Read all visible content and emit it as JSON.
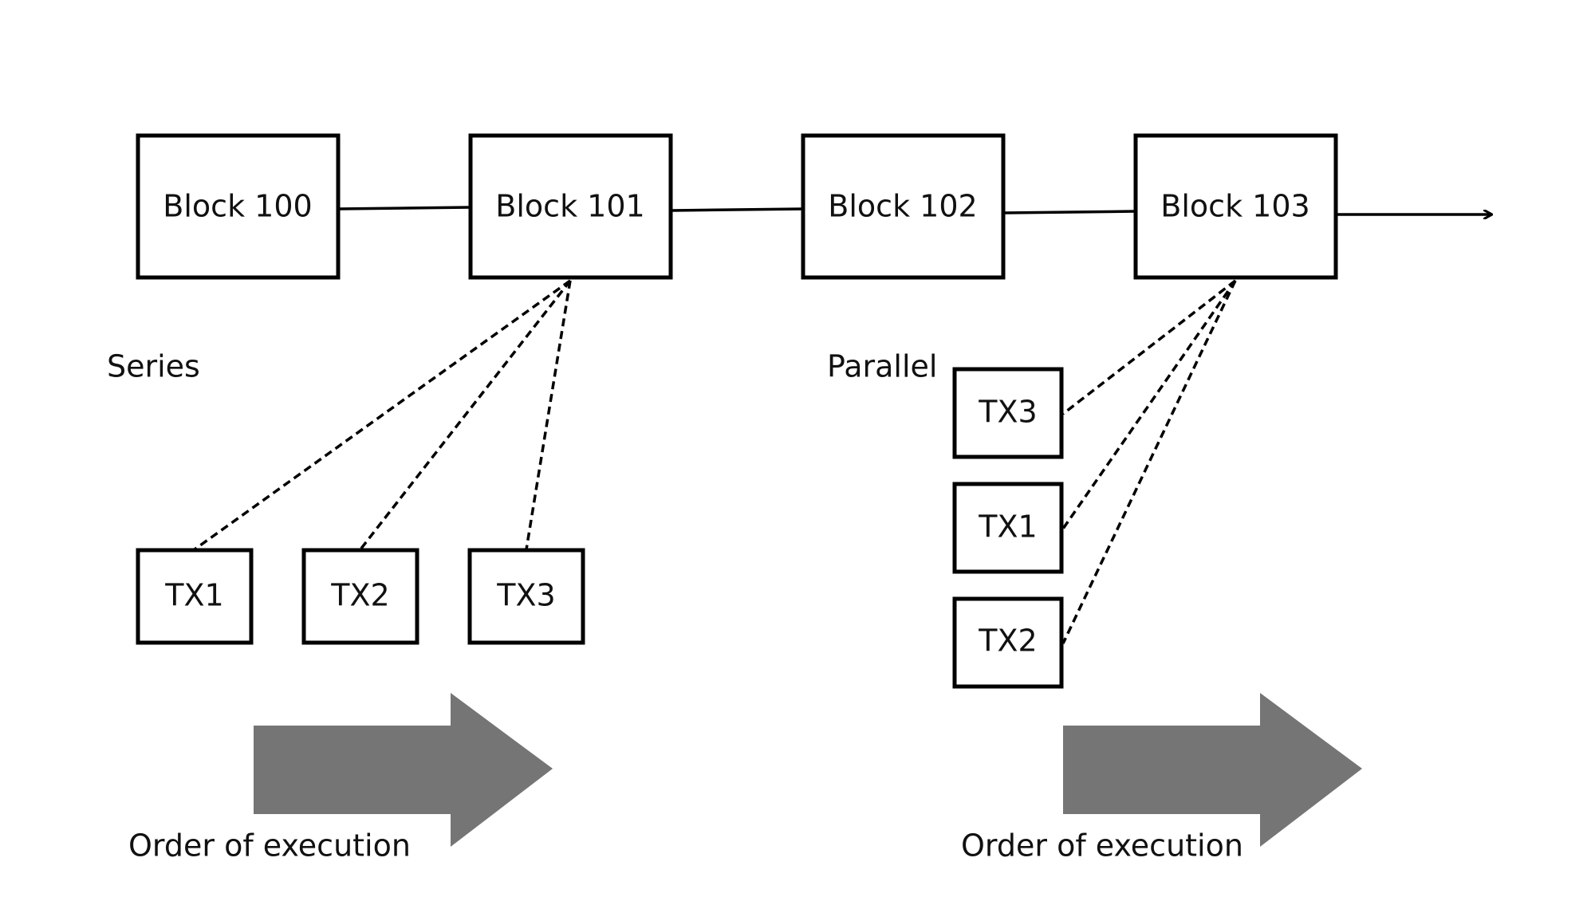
{
  "blocks": [
    {
      "label": "Block 100"
    },
    {
      "label": "Block 101"
    },
    {
      "label": "Block 102"
    },
    {
      "label": "Block 103"
    }
  ],
  "series": {
    "title": "Series",
    "transactions": [
      "TX1",
      "TX2",
      "TX3"
    ],
    "order_label": "Order of execution"
  },
  "parallel": {
    "title": "Parallel",
    "transactions": [
      "TX3",
      "TX1",
      "TX2"
    ],
    "order_label": "Order of execution"
  },
  "colors": {
    "box_stroke": "#000000",
    "order_arrow": "#757575"
  }
}
